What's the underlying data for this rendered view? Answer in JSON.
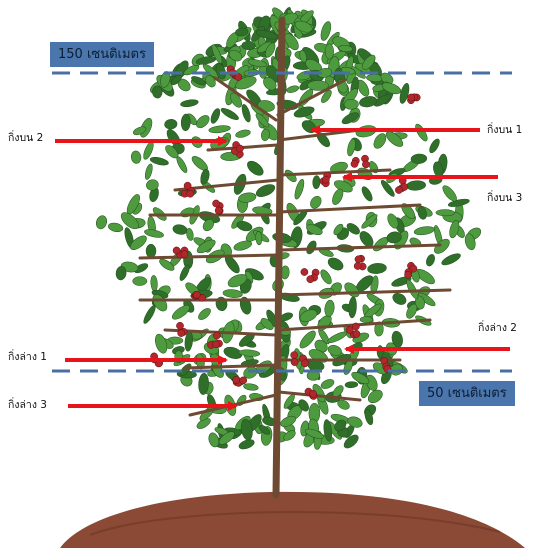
{
  "height_markers": {
    "top": {
      "label": "150 เซนติเมตร"
    },
    "bottom": {
      "label": "50 เซนติเมตร"
    }
  },
  "branch_labels": {
    "upper_1": "กิ่งบน 1",
    "upper_2": "กิ่งบน 2",
    "upper_3": "กิ่งบน 3",
    "lower_1": "กิ่งล่าง 1",
    "lower_2": "กิ่งล่าง 2",
    "lower_3": "กิ่งล่าง 3"
  },
  "colors": {
    "arrow": "#e8141b",
    "dashed_line": "#4a6fa5",
    "marker_box": "#4a76ad",
    "leaf": "#4e9a3e",
    "leaf_dark": "#2f6f2a",
    "branch": "#6e4a32",
    "cherry": "#b0272c",
    "soil": "#8a4a35"
  }
}
